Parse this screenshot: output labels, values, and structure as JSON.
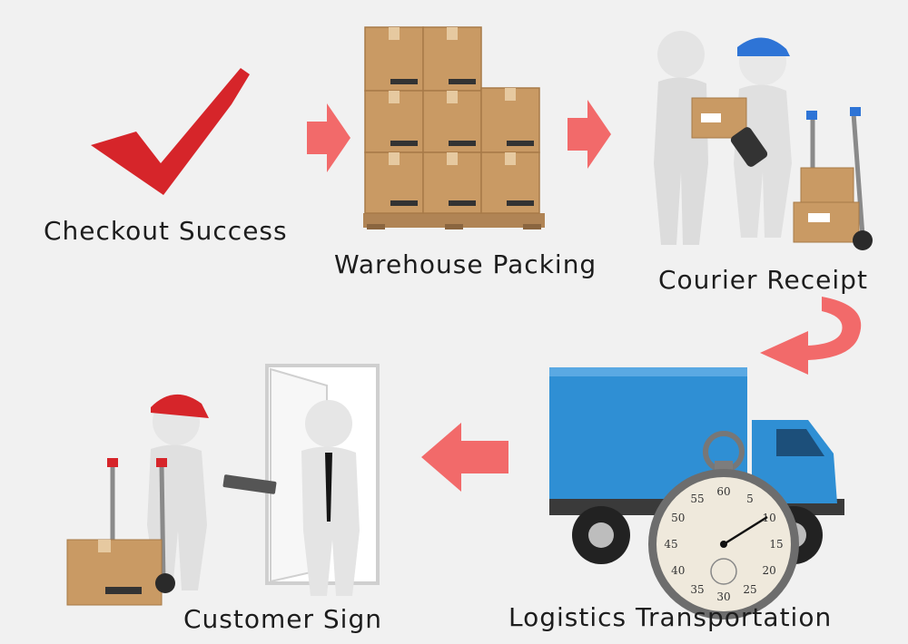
{
  "steps": {
    "checkout": {
      "label": "Checkout Success"
    },
    "warehouse": {
      "label": "Warehouse Packing"
    },
    "courier": {
      "label": "Courier Receipt"
    },
    "logistics": {
      "label": "Logistics Transportation"
    },
    "customer": {
      "label": "Customer Sign"
    }
  },
  "stopwatch": {
    "numbers": [
      "60",
      "5",
      "10",
      "15",
      "20",
      "25",
      "30",
      "35",
      "40",
      "45",
      "50",
      "55"
    ]
  },
  "colors": {
    "background": "#f1f1f1",
    "check": "#d6252a",
    "arrow": "#f26a6a",
    "box": "#c99a64",
    "truck_body": "#2f8fd4",
    "cap_blue": "#2e74d6",
    "cap_red": "#d6252a",
    "figure": "#e4e4e4"
  }
}
